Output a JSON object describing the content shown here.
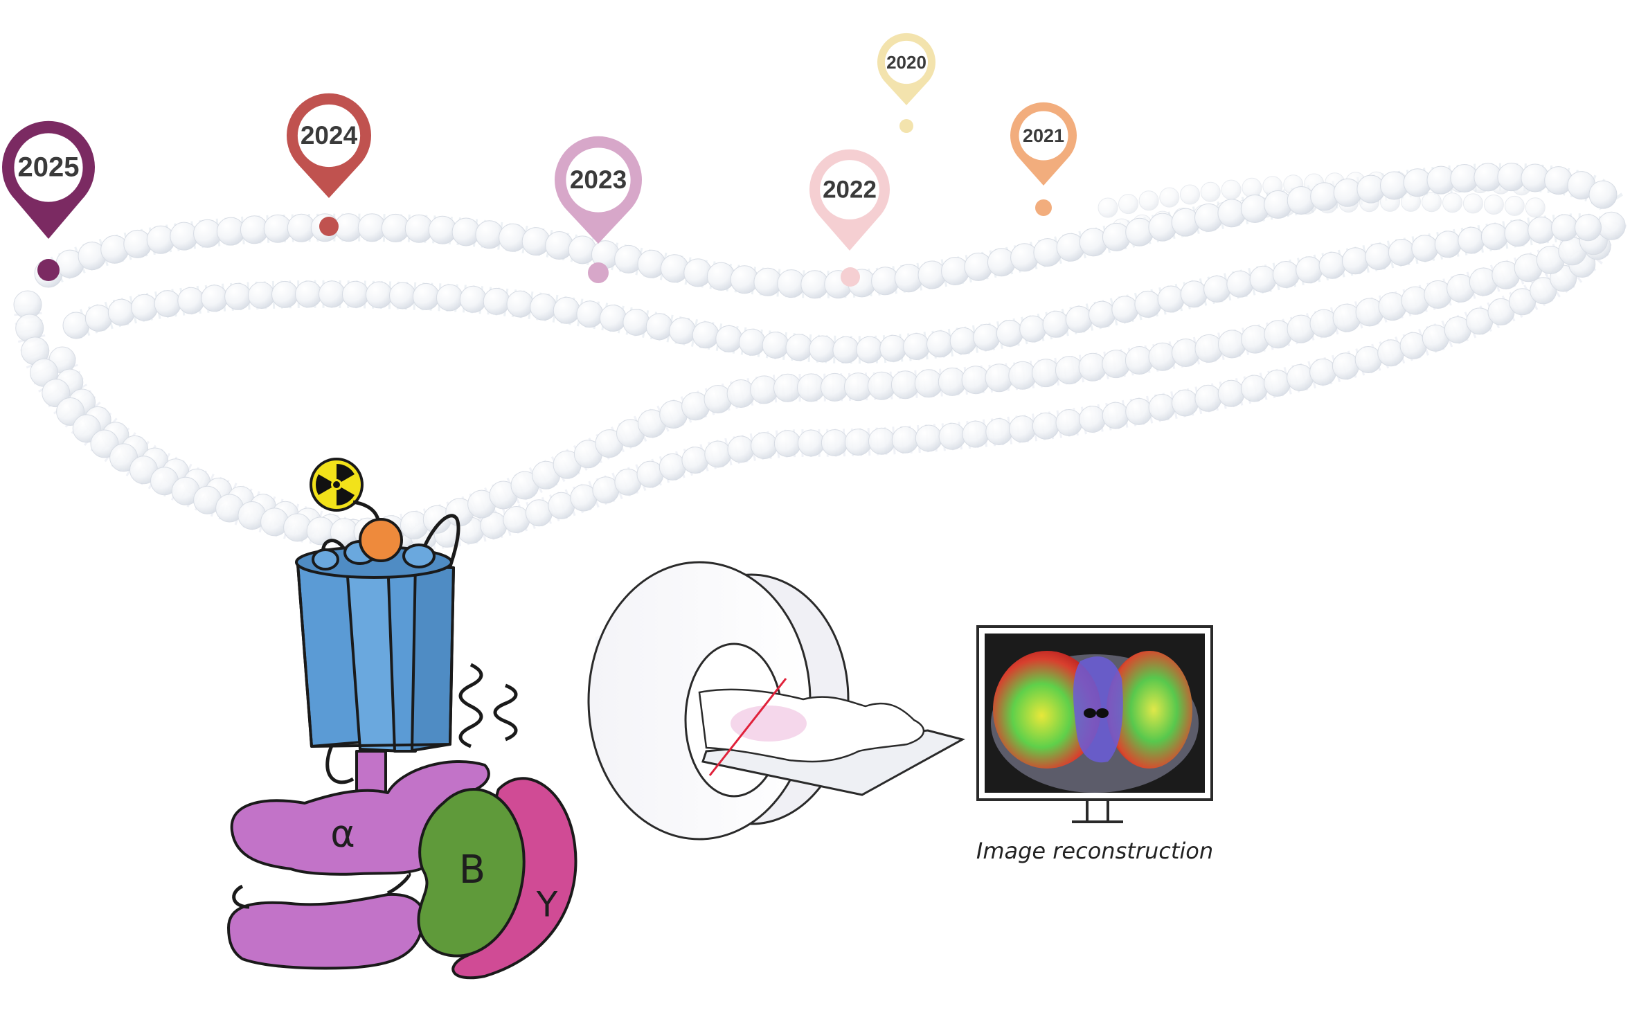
{
  "timeline": {
    "milestones": [
      {
        "year": "2025",
        "color": "#7b2a62"
      },
      {
        "year": "2024",
        "color": "#c0524f"
      },
      {
        "year": "2023",
        "color": "#d7a7c9"
      },
      {
        "year": "2022",
        "color": "#f5cfd2"
      },
      {
        "year": "2021",
        "color": "#f2ad7d"
      },
      {
        "year": "2020",
        "color": "#f3e3ad"
      }
    ]
  },
  "receptor": {
    "subunits": {
      "alpha": "α",
      "beta": "B",
      "gamma": "Y"
    },
    "colors": {
      "barrel": "#5b9bd5",
      "ligand": "#ee8a3c",
      "alpha": "#c273c8",
      "beta": "#5f9a3a",
      "gamma": "#d04b95"
    },
    "radiation_icon": "radiation-icon"
  },
  "scanner": {
    "icon": "pet-scanner"
  },
  "monitor": {
    "caption": "Image reconstruction"
  }
}
